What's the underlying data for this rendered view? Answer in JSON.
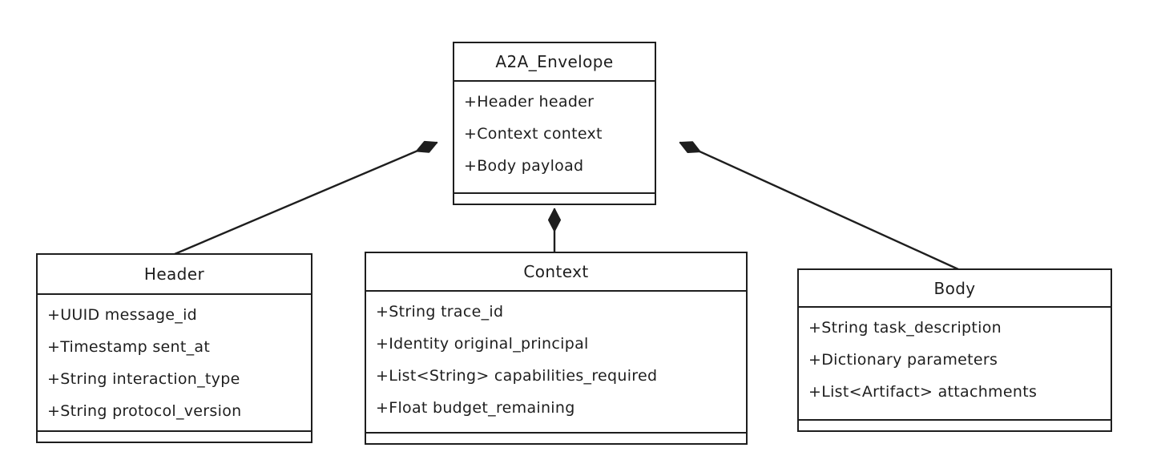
{
  "diagram": {
    "type": "uml_class_diagram",
    "background_color": "#ffffff",
    "stroke_color": "#1e1e1e",
    "classes": {
      "envelope": {
        "title": "A2A_Envelope",
        "attributes": [
          "+Header header",
          "+Context context",
          "+Body payload"
        ]
      },
      "header": {
        "title": "Header",
        "attributes": [
          "+UUID message_id",
          "+Timestamp sent_at",
          "+String interaction_type",
          "+String protocol_version"
        ]
      },
      "context": {
        "title": "Context",
        "attributes": [
          "+String trace_id",
          "+Identity original_principal",
          "+List<String> capabilities_required",
          "+Float budget_remaining"
        ]
      },
      "body": {
        "title": "Body",
        "attributes": [
          "+String task_description",
          "+Dictionary parameters",
          "+List<Artifact> attachments"
        ]
      }
    },
    "relations": [
      {
        "from": "Header",
        "to": "A2A_Envelope",
        "type": "composition",
        "marker": "filled-diamond-at-envelope"
      },
      {
        "from": "Context",
        "to": "A2A_Envelope",
        "type": "composition",
        "marker": "filled-diamond-at-envelope"
      },
      {
        "from": "Body",
        "to": "A2A_Envelope",
        "type": "composition",
        "marker": "filled-diamond-at-envelope"
      }
    ]
  }
}
